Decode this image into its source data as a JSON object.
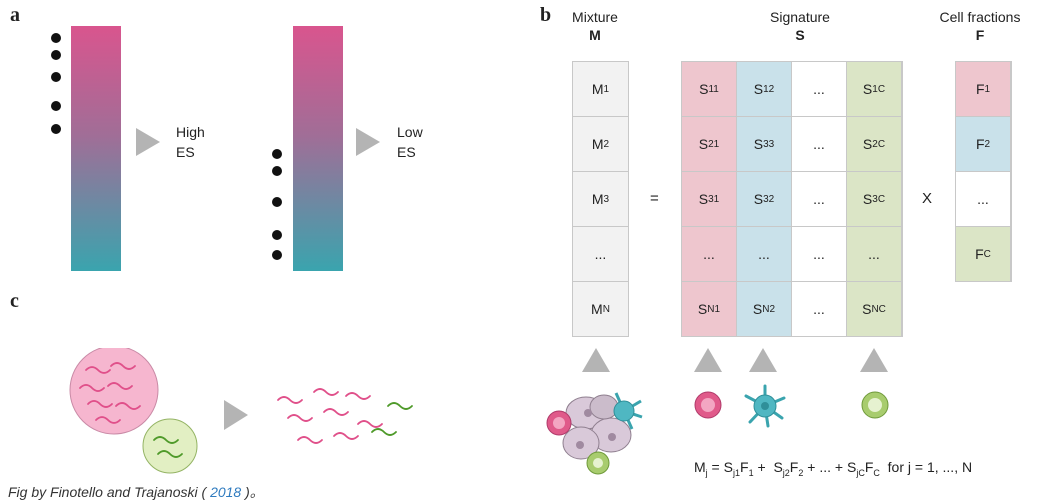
{
  "panels": {
    "a": "a",
    "b": "b",
    "c": "c"
  },
  "panel_a": {
    "left_label": [
      "High",
      "ES"
    ],
    "right_label": [
      "Low",
      "ES"
    ]
  },
  "panel_b": {
    "mixture": {
      "title": "Mixture",
      "symbol": "M"
    },
    "signature": {
      "title": "Signature",
      "symbol": "S"
    },
    "fractions": {
      "title": "Cell fractions",
      "symbol": "F"
    },
    "equals": "=",
    "times": "X",
    "ellipsis": "...",
    "M_rows": [
      [
        "M",
        "1"
      ],
      [
        "M",
        "2"
      ],
      [
        "M",
        "3"
      ],
      [
        "...",
        ""
      ],
      [
        "M",
        "N"
      ]
    ],
    "S_rows": [
      [
        [
          "S",
          "11"
        ],
        [
          "S",
          "12"
        ],
        [
          "...",
          ""
        ],
        [
          "S",
          "1C"
        ]
      ],
      [
        [
          "S",
          "21"
        ],
        [
          "S",
          "33"
        ],
        [
          "...",
          ""
        ],
        [
          "S",
          "2C"
        ]
      ],
      [
        [
          "S",
          "31"
        ],
        [
          "S",
          "32"
        ],
        [
          "...",
          ""
        ],
        [
          "S",
          "3C"
        ]
      ],
      [
        [
          "...",
          ""
        ],
        [
          "...",
          ""
        ],
        [
          "...",
          ""
        ],
        [
          "...",
          ""
        ]
      ],
      [
        [
          "S",
          "N1"
        ],
        [
          "S",
          "N2"
        ],
        [
          "...",
          ""
        ],
        [
          "S",
          "NC"
        ]
      ]
    ],
    "F_rows": [
      [
        "F",
        "1"
      ],
      [
        "F",
        "2"
      ],
      [
        "...",
        ""
      ],
      [
        "F",
        "C"
      ]
    ],
    "formula": {
      "lhs": "M",
      "lhs_sub": "j",
      "terms": [
        [
          "S",
          "j1",
          "F",
          "1"
        ],
        [
          "S",
          "j2",
          "F",
          "2"
        ],
        [
          "...",
          "",
          "",
          ""
        ],
        [
          "S",
          "jC",
          "F",
          "C"
        ]
      ],
      "tail": "for  j = 1, ..., N"
    }
  },
  "caption": {
    "prefix": "Fig by Finotello and Trajanoski ( ",
    "year": "2018",
    "suffix": " )。"
  },
  "colors": {
    "bar_top": "#d9558e",
    "bar_bottom": "#3aa4ae",
    "pink_column": "#eec6ce",
    "blue_column": "#c9e1ea",
    "green_column": "#dbe5c6",
    "arrow": "#b4b4b4"
  }
}
